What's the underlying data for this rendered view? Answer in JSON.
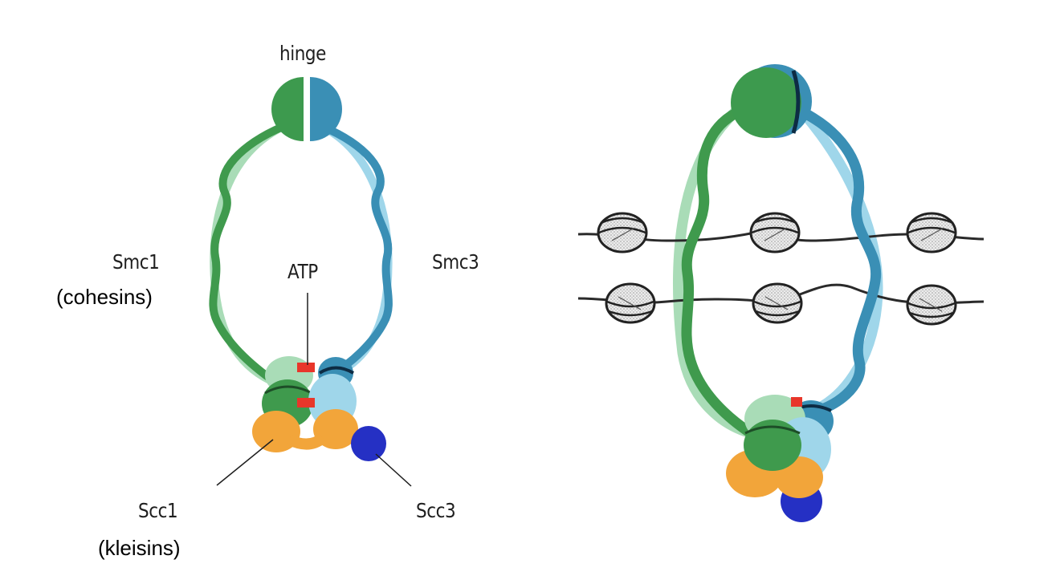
{
  "labels": {
    "hinge": "hinge",
    "smc1": "Smc1",
    "cohesins": "(cohesins)",
    "atp": "ATP",
    "smc3": "Smc3",
    "scc1": "Scc1",
    "kleisins": "(kleisins)",
    "scc3": "Scc3"
  },
  "colors": {
    "smc1_dark": "#3f9a4d",
    "smc1_light": "#a9dcb7",
    "smc3_dark": "#3a8fb5",
    "smc3_light": "#9fd6ea",
    "hinge_green": "#3d9a4e",
    "hinge_blue": "#3a8fb5",
    "scc1": "#f2a53a",
    "scc3": "#2530c4",
    "atp": "#e8362a",
    "chromatin": "#2a2a2a"
  }
}
